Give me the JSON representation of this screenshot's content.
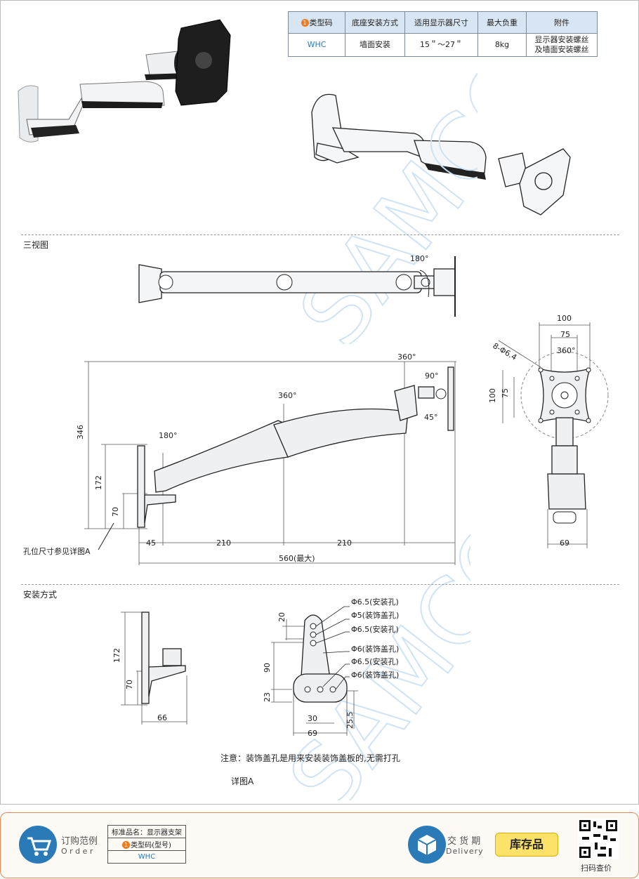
{
  "spec_table": {
    "headers": [
      "类型码",
      "底座安装方式",
      "适用显示器尺寸",
      "最大负重",
      "附件"
    ],
    "badge": "1",
    "row": {
      "code": "WHC",
      "mount": "墙面安装",
      "size": "15＂～27＂",
      "load": "8kg",
      "acc1": "显示器安装螺丝",
      "acc2": "及墙面安装螺丝"
    }
  },
  "sections": {
    "three_view": "三视图",
    "install": "安装方式"
  },
  "three_view": {
    "top_angle": "180°",
    "side": {
      "d346": "346",
      "d172": "172",
      "d70": "70",
      "a180": "180°",
      "a360a": "360°",
      "a360b": "360°",
      "a90": "90°",
      "a45": "45°",
      "d45": "45",
      "d210a": "210",
      "d210b": "210",
      "d560": "560(最大)",
      "hole_note": "孔位尺寸参见详图A"
    },
    "front": {
      "d100w": "100",
      "d75w": "75",
      "holes": "8-Φ6.4",
      "a360": "360°",
      "d100h": "100",
      "d75h": "75",
      "d69": "69"
    }
  },
  "install": {
    "left": {
      "d172": "172",
      "d70": "70",
      "d66": "66"
    },
    "detail": {
      "d20": "20",
      "d90": "90",
      "d23": "23",
      "d30": "30",
      "d25": "25.5",
      "d69": "69",
      "labels": [
        "Φ6.5(安装孔)",
        "Φ5(装饰盖孔)",
        "Φ6.5(安装孔)",
        "Φ6(装饰盖孔)",
        "Φ6.5(安装孔)",
        "Φ6(装饰盖孔)"
      ]
    },
    "note": "注意：装饰盖孔是用来安装装饰盖板的,无需打孔",
    "detail_label": "详图A"
  },
  "footer": {
    "order_cn": "订购范例",
    "order_en": "O r d e r",
    "std_name": "标准品名：显示器支架",
    "type_label": "类型码(型号)",
    "type_value": "WHC",
    "badge": "1",
    "delivery_cn": "交 货 期",
    "delivery_en": "Delivery",
    "stock": "库存品",
    "scan": "扫码查价"
  },
  "watermark": "SAMCO",
  "colors": {
    "accent": "#2a7ab8",
    "badge": "#f07a20",
    "stock": "#fde26a",
    "footer_border": "#e08a5a",
    "header_bg": "#d7e6f2"
  }
}
